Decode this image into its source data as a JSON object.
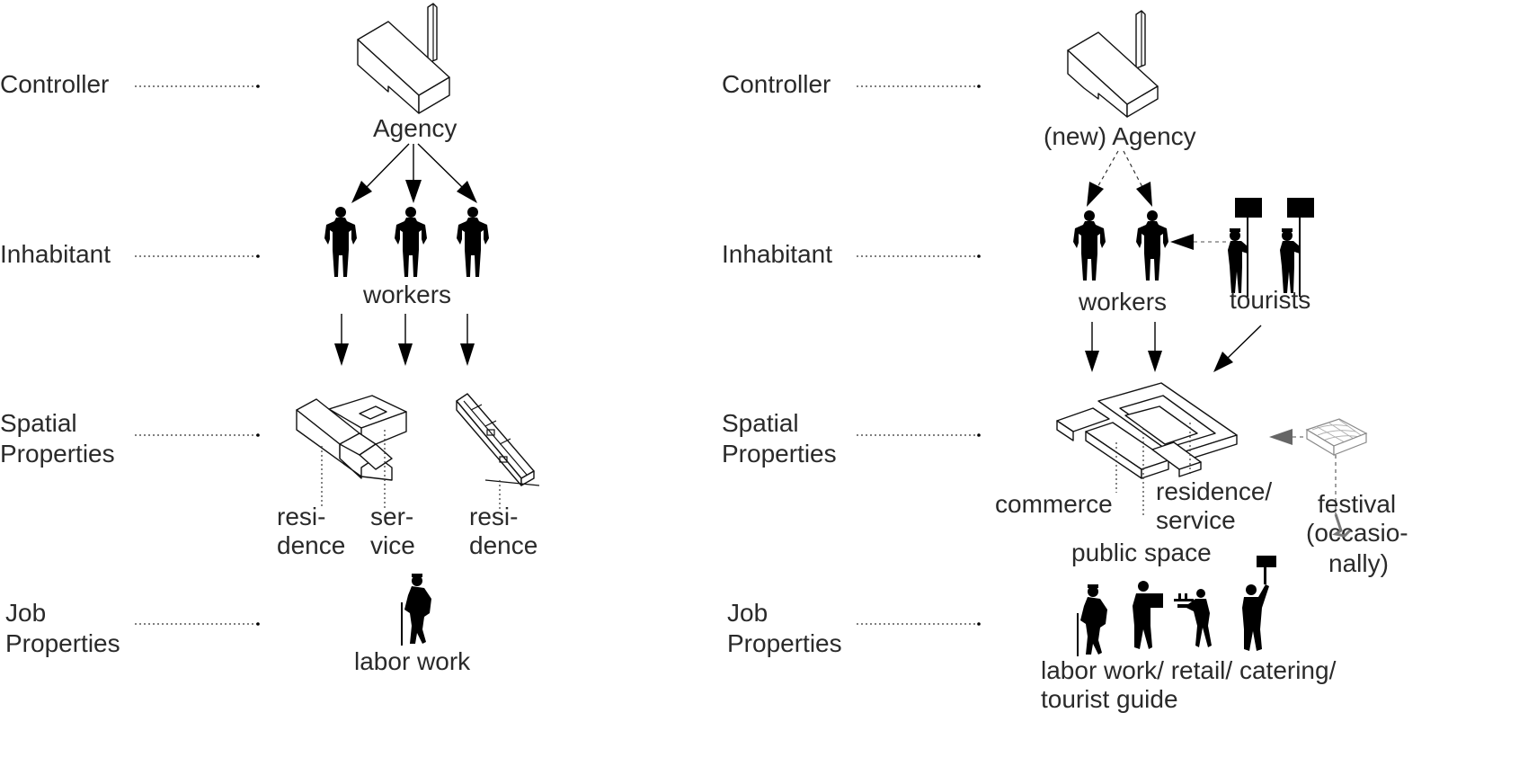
{
  "left_panel": {
    "rows": {
      "controller": "Controller",
      "inhabitant": "Inhabitant",
      "spatial_1": "Spatial",
      "spatial_2": "Properties",
      "job_1": "Job",
      "job_2": "Properties"
    },
    "agency": "Agency",
    "workers": "workers",
    "residence_1a": "resi-",
    "residence_1b": "dence",
    "service_a": "ser-",
    "service_b": "vice",
    "residence_2a": "resi-",
    "residence_2b": "dence",
    "job": "labor work"
  },
  "right_panel": {
    "rows": {
      "controller": "Controller",
      "inhabitant": "Inhabitant",
      "spatial_1": "Spatial",
      "spatial_2": "Properties",
      "job_1": "Job",
      "job_2": "Properties"
    },
    "agency": "(new) Agency",
    "workers": "workers",
    "tourists": "tourists",
    "commerce": "commerce",
    "residence_service_a": "residence/",
    "residence_service_b": "service",
    "public_space": "public space",
    "festival_a": "festival",
    "festival_b": "(occasio-",
    "festival_c": "nally)",
    "job_a": "labor work/ retail/ catering/",
    "job_b": "tourist guide"
  }
}
